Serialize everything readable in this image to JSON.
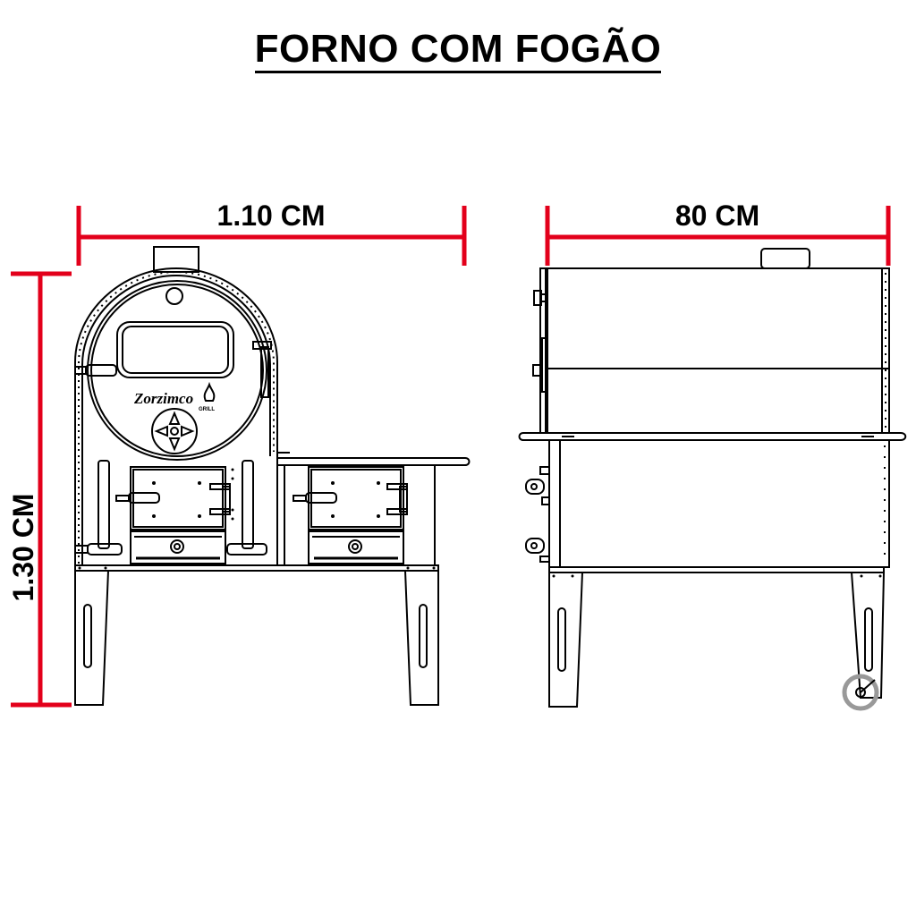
{
  "title": "FORNO COM FOGÃO",
  "dimensions": {
    "front_width": "1.10 CM",
    "side_width": "80 CM",
    "height": "1.30 CM"
  },
  "brand": {
    "name": "Zorzimco",
    "sub": "GRILL"
  },
  "colors": {
    "dimension_line": "#e3001b",
    "stroke": "#000000",
    "wheel": "#999999"
  }
}
